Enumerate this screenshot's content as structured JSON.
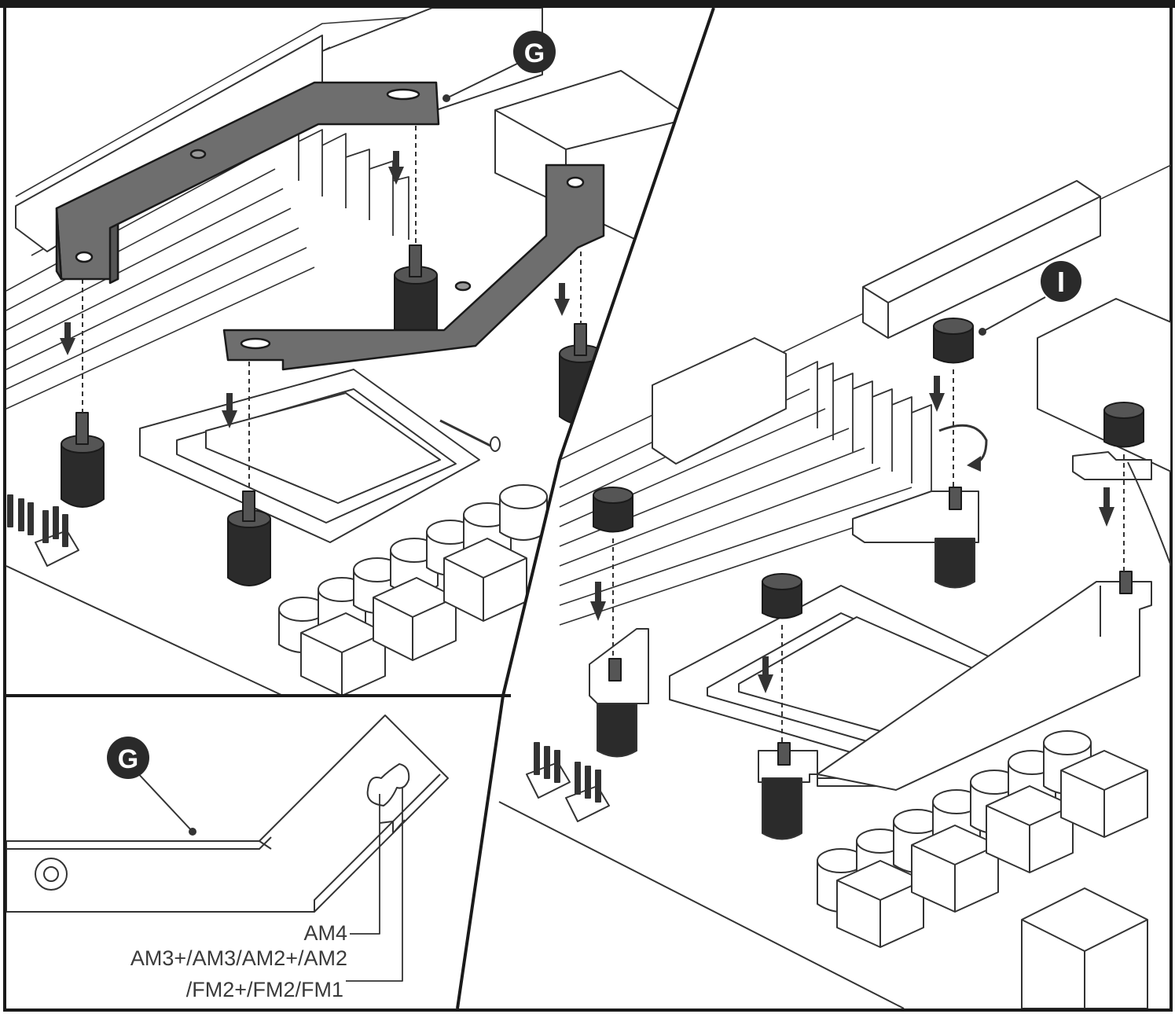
{
  "callouts": {
    "bracket_top": "G",
    "bracket_detail": "G",
    "screw": "I"
  },
  "detail": {
    "socket_am4": "AM4",
    "socket_am3_line1": "AM3+/AM3/AM2+/AM2",
    "socket_am3_line2": "/FM2+/FM2/FM1"
  },
  "colors": {
    "bracket_fill": "#6e6e6e",
    "line": "#333333",
    "badge": "#2a2a2a",
    "standoff": "#2b2b2b",
    "frame": "#1a1a1a"
  }
}
